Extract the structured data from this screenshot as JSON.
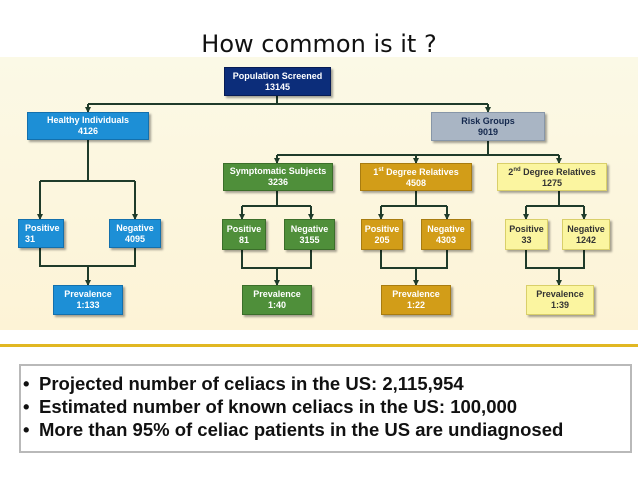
{
  "title": "How common is it ?",
  "diagram": {
    "root": {
      "label": "Population Screened",
      "value": "13145"
    },
    "healthy": {
      "label": "Healthy Individuals",
      "value": "4126"
    },
    "risk": {
      "label": "Risk Groups",
      "value": "9019"
    },
    "healthy_positive": {
      "label": "Positive",
      "value": "31"
    },
    "healthy_negative": {
      "label": "Negative",
      "value": "4095"
    },
    "healthy_prevalence": {
      "label": "Prevalence",
      "value": "1:133"
    },
    "symptomatic": {
      "label": "Symptomatic Subjects",
      "value": "3236"
    },
    "symptomatic_positive": {
      "label": "Positive",
      "value": "81"
    },
    "symptomatic_negative": {
      "label": "Negative",
      "value": "3155"
    },
    "symptomatic_prevalence": {
      "label": "Prevalence",
      "value": "1:40"
    },
    "first_degree": {
      "ordinal": "1",
      "sup": "st",
      "label": " Degree Relatives",
      "value": "4508"
    },
    "first_positive": {
      "label": "Positive",
      "value": "205"
    },
    "first_negative": {
      "label": "Negative",
      "value": "4303"
    },
    "first_prevalence": {
      "label": "Prevalence",
      "value": "1:22"
    },
    "second_degree": {
      "ordinal": "2",
      "sup": "nd",
      "label": " Degree Relatives",
      "value": "1275"
    },
    "second_positive": {
      "label": "Positive",
      "value": "33"
    },
    "second_negative": {
      "label": "Negative",
      "value": "1242"
    },
    "second_prevalence": {
      "label": "Prevalence",
      "value": "1:39"
    }
  },
  "bullets": [
    "Projected number of celiacs in the US: 2,115,954",
    "Estimated number of known celiacs in the US: 100,000",
    "More than 95% of celiac patients in the US are undiagnosed"
  ],
  "bullet_symbol": "•",
  "colors": {
    "blue": "#1d8fd6",
    "navy": "#0c2d7a",
    "gray": "#a9b5c4",
    "green": "#4f8f3a",
    "gold": "#d29d18",
    "yellow": "#fbf5a0",
    "connector": "#1f3b2a"
  }
}
